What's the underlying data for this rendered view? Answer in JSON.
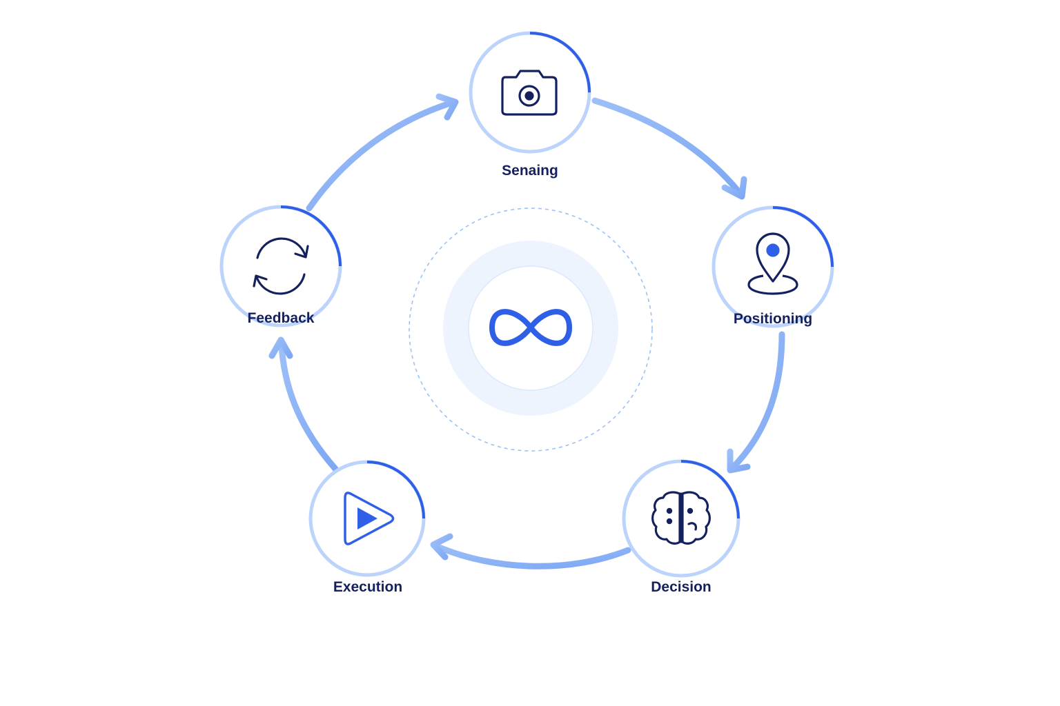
{
  "diagram": {
    "center": {
      "icon": "infinity-icon"
    },
    "nodes": [
      {
        "id": "sensing",
        "label": "Senaing",
        "icon": "camera-icon"
      },
      {
        "id": "positioning",
        "label": "Positioning",
        "icon": "location-pin-icon"
      },
      {
        "id": "decision",
        "label": "Decision",
        "icon": "brain-icon"
      },
      {
        "id": "execution",
        "label": "Execution",
        "icon": "play-icon"
      },
      {
        "id": "feedback",
        "label": "Feedback",
        "icon": "refresh-icon"
      }
    ],
    "flow": [
      "sensing",
      "positioning",
      "decision",
      "execution",
      "feedback",
      "sensing"
    ]
  },
  "colors": {
    "accent": "#2f5fe6",
    "ring_light": "#bcd4fb",
    "arrow": "#8fb4f7",
    "icon_dark": "#14215e",
    "label": "#14215e",
    "center_halo": "#eef4fe"
  }
}
